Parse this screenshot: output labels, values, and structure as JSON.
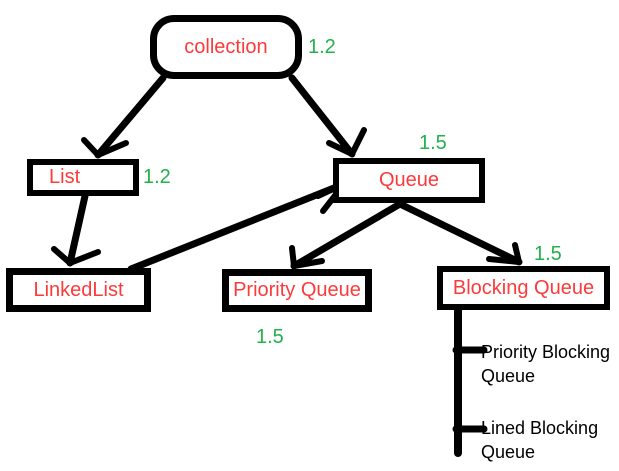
{
  "diagram": {
    "nodes": {
      "collection": {
        "label": "collection",
        "version": "1.2"
      },
      "list": {
        "label": "List",
        "version": "1.2"
      },
      "queue": {
        "label": "Queue",
        "version": "1.5"
      },
      "linkedlist": {
        "label": "LinkedList"
      },
      "priority_queue": {
        "label": "Priority Queue",
        "version": "1.5"
      },
      "blocking_queue": {
        "label": "Blocking Queue",
        "version": "1.5"
      },
      "priority_blocking_queue": {
        "label": "Priority Blocking Queue"
      },
      "lined_blocking_queue": {
        "label": "Lined Blocking Queue"
      }
    },
    "colors": {
      "label_text": "#fb3b3b",
      "version_text": "#22b14c",
      "stroke": "#000000",
      "background": "#ffffff"
    }
  }
}
